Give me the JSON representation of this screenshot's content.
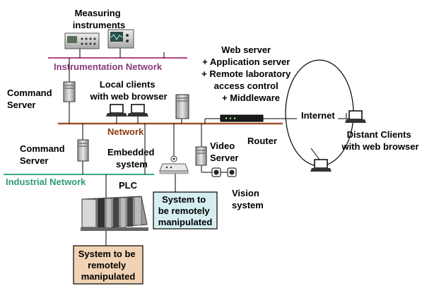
{
  "labels": {
    "measuring": [
      "Measuring",
      "instruments"
    ],
    "instrumentation_network": "Instrumentation Network",
    "web_server": [
      "Web server",
      "+ Application server",
      "+ Remote laboratory",
      "access control",
      "+ Middleware"
    ],
    "command_server_top": [
      "Command",
      "Server"
    ],
    "local_clients": [
      "Local clients",
      "with web browser"
    ],
    "network": "Network",
    "internet": "Internet",
    "router": "Router",
    "distant_clients": [
      "Distant Clients",
      "with web browser"
    ],
    "command_server_bottom": [
      "Command",
      "Server"
    ],
    "embedded": [
      "Embedded",
      "system"
    ],
    "video_server": [
      "Video",
      "Server"
    ],
    "industrial_network": "Industrial Network",
    "plc": "PLC",
    "vision": [
      "Vision",
      "system"
    ],
    "system_remote_1": [
      "System to",
      "be remotely",
      "manipulated"
    ],
    "system_remote_2": [
      "System to be",
      "remotely",
      "manipulated"
    ]
  },
  "colors": {
    "instrumentation_line": "#b04a8a",
    "network_line": "#a0522d",
    "industrial_line": "#3aa58a",
    "box_blue": "#d6eef0",
    "box_tan": "#f1d2b4"
  }
}
